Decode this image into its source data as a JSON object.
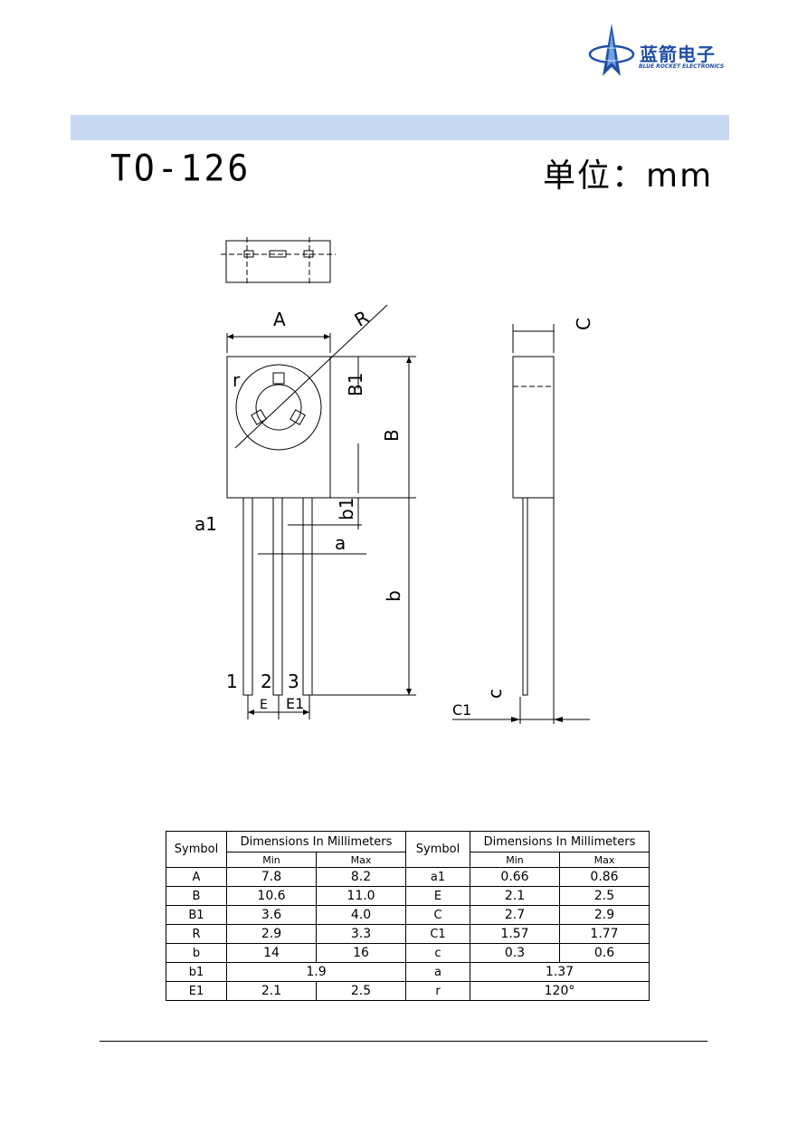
{
  "header": {
    "logo_cn": "蓝箭电子",
    "logo_en": "BLUE ROCKET ELECTRONICS"
  },
  "title": {
    "package": "TO-126",
    "unit": "单位：mm"
  },
  "drawing": {
    "labels": {
      "A": "A",
      "R": "R",
      "r_small": "r",
      "B1": "B1",
      "B": "B",
      "C": "C",
      "a1": "a1",
      "b1": "b1",
      "a": "a",
      "b": "b",
      "pin1": "1",
      "pin2": "2",
      "pin3": "3",
      "E": "E",
      "E1": "E1",
      "c": "c",
      "C1": "C1"
    }
  },
  "table": {
    "symbol_header": "Symbol",
    "group_header": "Dimensions In Millimeters",
    "min_header": "Min",
    "max_header": "Max",
    "rows": [
      {
        "s1": "A",
        "min1": "7.8",
        "max1": "8.2",
        "s2": "a1",
        "min2": "0.66",
        "max2": "0.86"
      },
      {
        "s1": "B",
        "min1": "10.6",
        "max1": "11.0",
        "s2": "E",
        "min2": "2.1",
        "max2": "2.5"
      },
      {
        "s1": "B1",
        "min1": "3.6",
        "max1": "4.0",
        "s2": "C",
        "min2": "2.7",
        "max2": "2.9"
      },
      {
        "s1": "R",
        "min1": "2.9",
        "max1": "3.3",
        "s2": "C1",
        "min2": "1.57",
        "max2": "1.77"
      },
      {
        "s1": "b",
        "min1": "14",
        "max1": "16",
        "s2": "c",
        "min2": "0.3",
        "max2": "0.6"
      }
    ],
    "row_b1": {
      "s1": "b1",
      "v1": "1.9",
      "s2": "a",
      "v2": "1.37"
    },
    "row_E1": {
      "s1": "E1",
      "min1": "2.1",
      "max1": "2.5",
      "s2": "r",
      "v2": "120°"
    }
  },
  "colors": {
    "brand": "#1f4fa6",
    "bar": "#c6d9f1"
  }
}
